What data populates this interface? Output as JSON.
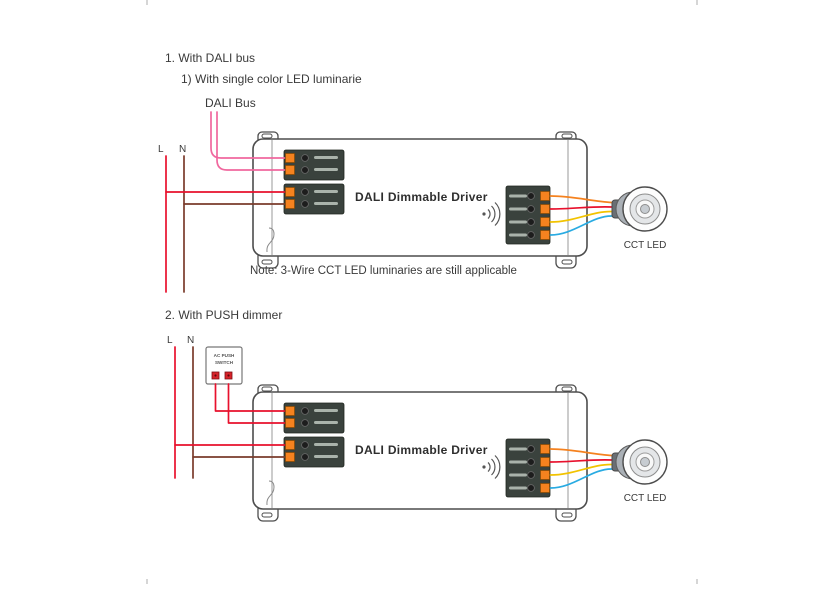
{
  "colors": {
    "live": "#e8112d",
    "neutral": "#7a3b2b",
    "dali": "#f0679e",
    "out1": "#f5821f",
    "out2": "#e8112d",
    "out3": "#f2c300",
    "out4": "#29abe2",
    "block": "#3a423d",
    "pad": "#f5821f"
  },
  "section1": {
    "title": "1. With DALI bus",
    "subtitle": "1) With single color LED luminarie",
    "dali_bus_label": "DALI Bus",
    "live_label": "L",
    "neutral_label": "N",
    "driver_label": "DALI Dimmable Driver",
    "led_label": "CCT LED",
    "note": "Note: 3-Wire CCT LED luminaries are still applicable"
  },
  "section2": {
    "title": "2. With PUSH dimmer",
    "live_label": "L",
    "neutral_label": "N",
    "push_line1": "AC PUSH",
    "push_line2": "SWITCH",
    "driver_label": "DALI Dimmable Driver",
    "led_label": "CCT LED"
  }
}
